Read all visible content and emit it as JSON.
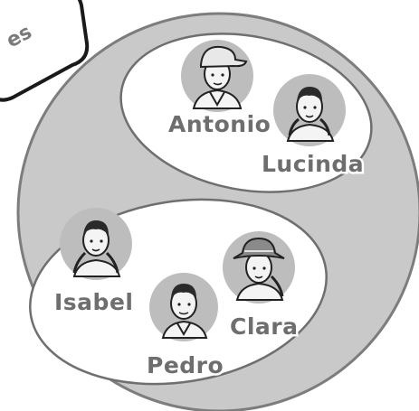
{
  "tag": {
    "text": "es"
  },
  "groups": [
    {
      "members": [
        "Antonio",
        "Lucinda"
      ]
    },
    {
      "members": [
        "Isabel",
        "Pedro",
        "Clara"
      ]
    }
  ],
  "icons": {
    "antonio": "boy-with-cap-icon",
    "lucinda": "girl-with-braids-icon",
    "isabel": "girl-with-braids-icon",
    "pedro": "boy-icon",
    "clara": "girl-with-hat-icon"
  }
}
